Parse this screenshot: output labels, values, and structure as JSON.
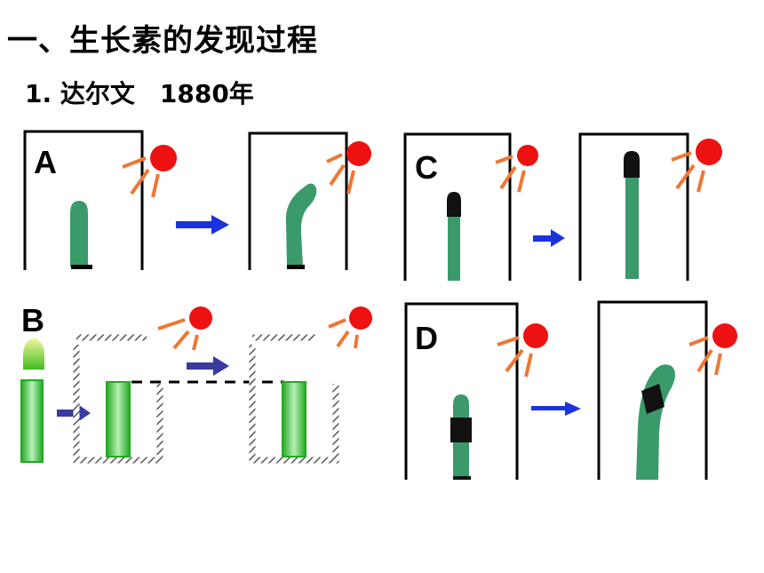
{
  "header": {
    "title": "一、生长素的发现过程",
    "subtitle": "1. 达尔文　1880年"
  },
  "panels": [
    {
      "label": "A"
    },
    {
      "label": "B"
    },
    {
      "label": "C"
    },
    {
      "label": "D"
    }
  ],
  "colors": {
    "plant": "#3a9a6a",
    "sun": "#ee1111",
    "ray": "#ee7733",
    "arrow_blue": "#1a33dd",
    "arrow_purple": "#3a3aa0",
    "agar_green": "#22bb22"
  }
}
